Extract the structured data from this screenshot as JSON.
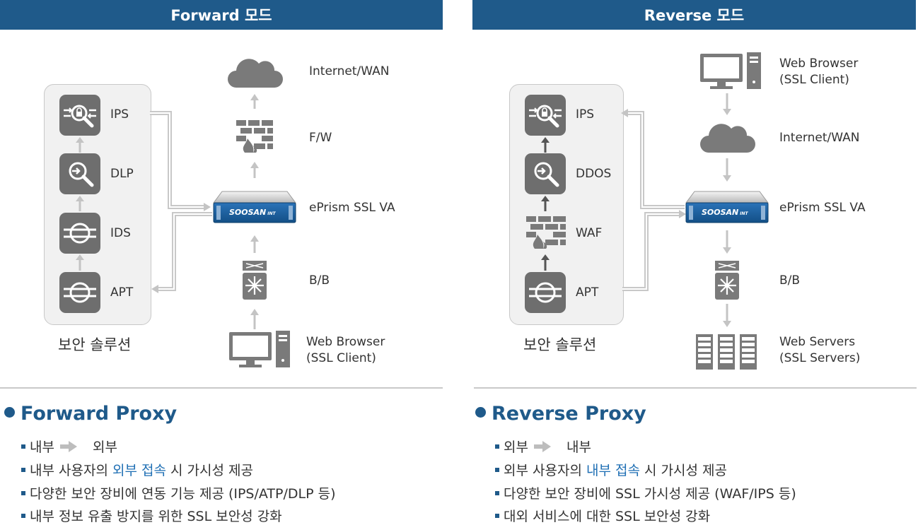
{
  "forward": {
    "header": "Forward 모드",
    "solutions": [
      {
        "label": "IPS",
        "icon": "ips-lock-magnifier-icon"
      },
      {
        "label": "DLP",
        "icon": "dlp-magnifier-icon"
      },
      {
        "label": "IDS",
        "icon": "ids-node-icon"
      },
      {
        "label": "APT",
        "icon": "apt-node-icon"
      }
    ],
    "solution_caption": "보안 솔루션",
    "flow": [
      {
        "label": "Internet/WAN",
        "icon": "cloud-icon"
      },
      {
        "label": "F/W",
        "icon": "firewall-icon"
      },
      {
        "label": "ePrism SSL VA",
        "icon": "appliance-icon"
      },
      {
        "label": "B/B",
        "icon": "backbone-switch-icon"
      },
      {
        "label": "Web Browser",
        "sub": "(SSL Client)",
        "icon": "computer-icon"
      }
    ],
    "appliance_brand": "SOOSAN",
    "appliance_brand_sub": "INT",
    "title": "Forward Proxy",
    "dir_from": "내부",
    "dir_to": "외부",
    "bullets": [
      {
        "pre": "내부 사용자의 ",
        "highlight": "외부 접속",
        "post": " 시 가시성 제공"
      },
      {
        "pre": "다양한 보안 장비에 연동 기능 제공 (IPS/ATP/DLP 등)",
        "highlight": "",
        "post": ""
      },
      {
        "pre": "내부 정보 유출 방지를 위한 SSL 보안성 강화",
        "highlight": "",
        "post": ""
      }
    ]
  },
  "reverse": {
    "header": "Reverse 모드",
    "solutions": [
      {
        "label": "IPS",
        "icon": "ips-lock-magnifier-icon"
      },
      {
        "label": "DDOS",
        "icon": "ddos-magnifier-icon"
      },
      {
        "label": "WAF",
        "icon": "waf-firewall-icon"
      },
      {
        "label": "APT",
        "icon": "apt-node-icon"
      }
    ],
    "solution_caption": "보안 솔루션",
    "flow": [
      {
        "label": "Web Browser",
        "sub": "(SSL Client)",
        "icon": "computer-icon"
      },
      {
        "label": "Internet/WAN",
        "icon": "cloud-icon"
      },
      {
        "label": "ePrism SSL VA",
        "icon": "appliance-icon"
      },
      {
        "label": "B/B",
        "icon": "backbone-switch-icon"
      },
      {
        "label": "Web Servers",
        "sub": "(SSL Servers)",
        "icon": "server-rack-icon"
      }
    ],
    "appliance_brand": "SOOSAN",
    "appliance_brand_sub": "INT",
    "title": "Reverse Proxy",
    "dir_from": "외부",
    "dir_to": "내부",
    "bullets": [
      {
        "pre": "외부 사용자의 ",
        "highlight": "내부 접속",
        "post": " 시 가시성 제공"
      },
      {
        "pre": "다양한 보안 장비에 SSL 가시성 제공 (WAF/IPS 등)",
        "highlight": "",
        "post": ""
      },
      {
        "pre": "대외 서비스에 대한 SSL 보안성 강화",
        "highlight": "",
        "post": ""
      }
    ]
  },
  "colors": {
    "header_bg": "#1f5a8a",
    "accent": "#1f5a8a",
    "highlight": "#1f6fb4",
    "icon_gray": "#6e6e6e",
    "arrow_gray": "#c4c4c4"
  }
}
